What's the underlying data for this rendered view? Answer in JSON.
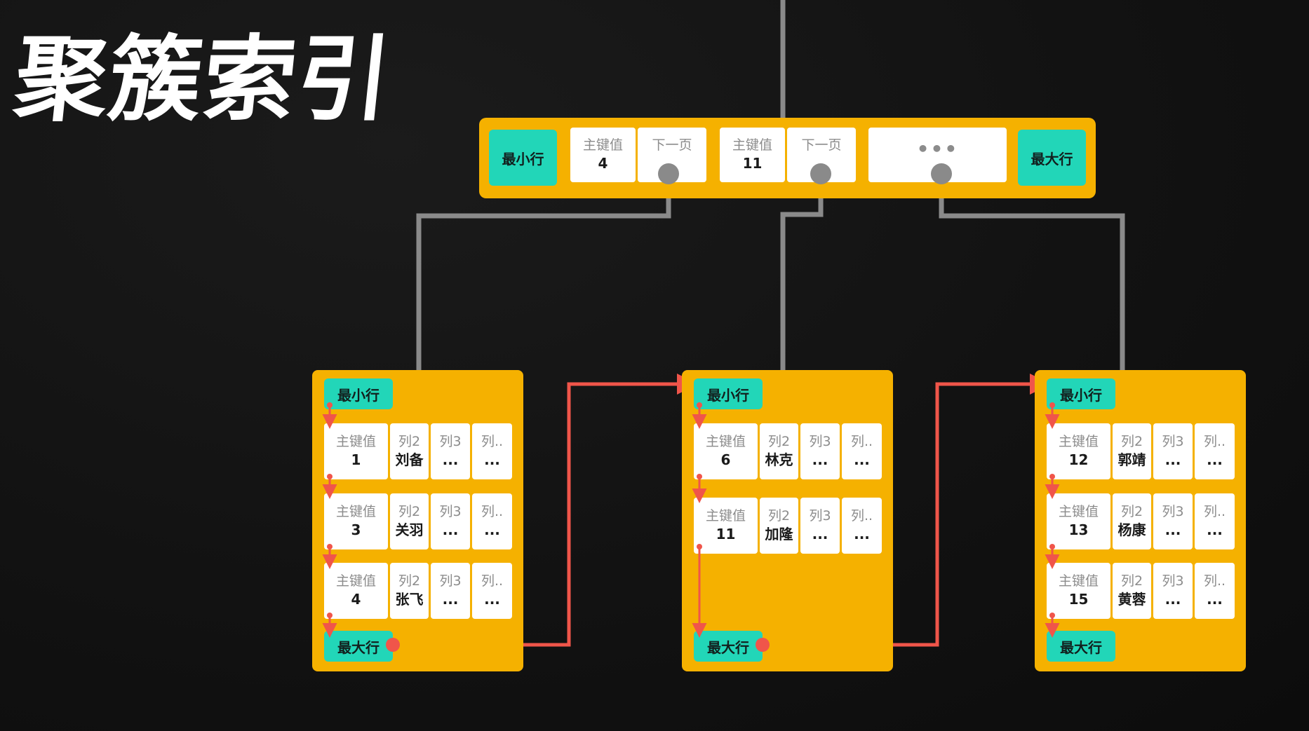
{
  "title": "聚簇索引",
  "root": {
    "min_label": "最小行",
    "entries": [
      {
        "key_label": "主键值",
        "key": "4",
        "next_label": "下一页"
      },
      {
        "key_label": "主键值",
        "key": "11",
        "next_label": "下一页"
      }
    ],
    "ellipsis": "•••",
    "max_label": "最大行"
  },
  "leaves": [
    {
      "min_label": "最小行",
      "rows": [
        {
          "key_label": "主键值",
          "key": "1",
          "c2_label": "列2",
          "c2": "刘备",
          "c3_label": "列3",
          "c3": "...",
          "c4_label": "列..",
          "c4": "..."
        },
        {
          "key_label": "主键值",
          "key": "3",
          "c2_label": "列2",
          "c2": "关羽",
          "c3_label": "列3",
          "c3": "...",
          "c4_label": "列..",
          "c4": "..."
        },
        {
          "key_label": "主键值",
          "key": "4",
          "c2_label": "列2",
          "c2": "张飞",
          "c3_label": "列3",
          "c3": "...",
          "c4_label": "列..",
          "c4": "..."
        }
      ],
      "max_label": "最大行"
    },
    {
      "min_label": "最小行",
      "rows": [
        {
          "key_label": "主键值",
          "key": "6",
          "c2_label": "列2",
          "c2": "林克",
          "c3_label": "列3",
          "c3": "...",
          "c4_label": "列..",
          "c4": "..."
        },
        {
          "key_label": "主键值",
          "key": "11",
          "c2_label": "列2",
          "c2": "加隆",
          "c3_label": "列3",
          "c3": "...",
          "c4_label": "列..",
          "c4": "..."
        }
      ],
      "max_label": "最大行"
    },
    {
      "min_label": "最小行",
      "rows": [
        {
          "key_label": "主键值",
          "key": "12",
          "c2_label": "列2",
          "c2": "郭靖",
          "c3_label": "列3",
          "c3": "...",
          "c4_label": "列..",
          "c4": "..."
        },
        {
          "key_label": "主键值",
          "key": "13",
          "c2_label": "列2",
          "c2": "杨康",
          "c3_label": "列3",
          "c3": "...",
          "c4_label": "列..",
          "c4": "..."
        },
        {
          "key_label": "主键值",
          "key": "15",
          "c2_label": "列2",
          "c2": "黄蓉",
          "c3_label": "列3",
          "c3": "...",
          "c4_label": "列..",
          "c4": "..."
        }
      ],
      "max_label": "最大行"
    }
  ],
  "colors": {
    "background": "#121212",
    "page": "#f5b100",
    "record_marker": "#22d6b8",
    "cell": "#ffffff",
    "pointer_line": "#8a8a8a",
    "linked_list": "#f0554a"
  }
}
